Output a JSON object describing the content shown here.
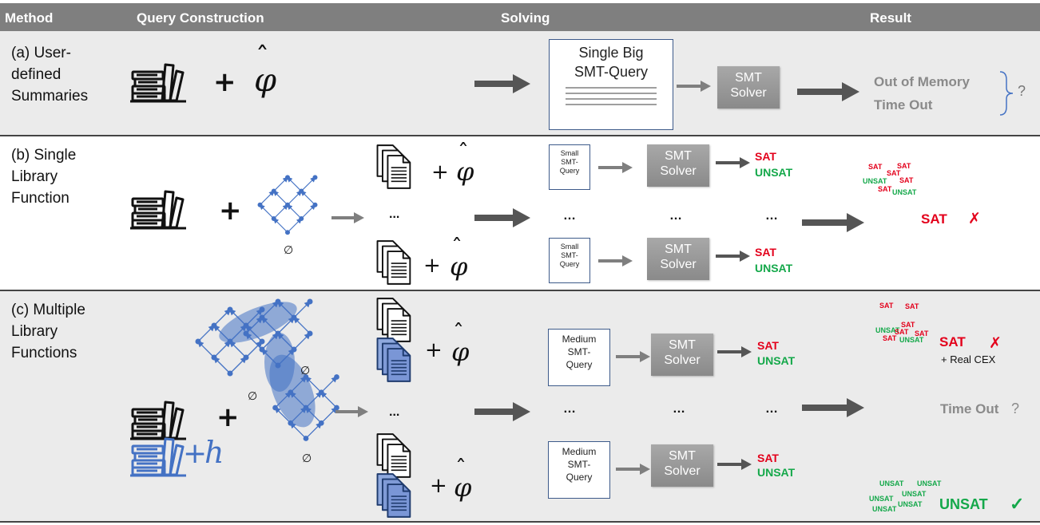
{
  "header": {
    "method": "Method",
    "query_construction": "Query Construction",
    "solving": "Solving",
    "result": "Result"
  },
  "row_a": {
    "method": [
      "(a) User-",
      "defined",
      "Summaries"
    ],
    "query_title": [
      "Single Big",
      "SMT-Query"
    ],
    "solver": [
      "SMT",
      "Solver"
    ],
    "results": [
      "Out of Memory",
      "Time Out"
    ],
    "question": "?"
  },
  "row_b": {
    "method": [
      "(b) Single",
      "Library",
      "Function"
    ],
    "small_query": [
      "Small",
      "SMT-",
      "Query"
    ],
    "solver": [
      "SMT",
      "Solver"
    ],
    "sat": "SAT",
    "unsat": "UNSAT",
    "ellipsis": "...",
    "ellipsis_bold": "…",
    "result_main": "SAT",
    "cross": "✗",
    "empty_set": "∅"
  },
  "row_c": {
    "method": [
      "(c) Multiple",
      "Library",
      "Functions"
    ],
    "medium_query": [
      "Medium",
      "SMT-",
      "Query"
    ],
    "solver": [
      "SMT",
      "Solver"
    ],
    "sat": "SAT",
    "unsat": "UNSAT",
    "ellipsis": "...",
    "ellipsis_bold": "…",
    "result_sat": "SAT",
    "real_cex": "+ Real CEX",
    "cross": "✗",
    "timeout": "Time Out",
    "question": "?",
    "result_unsat": "UNSAT",
    "check": "✓",
    "h_symbol": "h",
    "empty_set": "∅"
  },
  "symbols": {
    "plus": "+",
    "phi": "φ",
    "hat": "ˆ"
  },
  "colors": {
    "header_bg": "#7f7f7f",
    "row_gray": "#ebebeb",
    "sat": "#e3001b",
    "unsat": "#14a84a",
    "blue": "#4472c4"
  }
}
